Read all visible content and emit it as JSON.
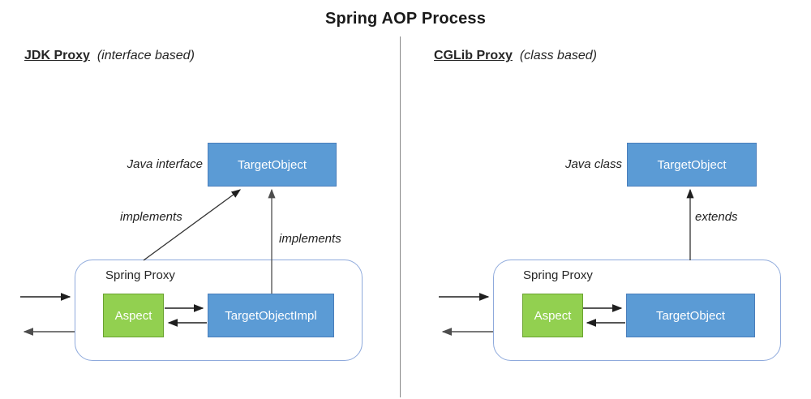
{
  "title": "Spring AOP Process",
  "panels": [
    {
      "heading": "JDK Proxy",
      "heading_note": "(interface based)",
      "type_label": "Java interface",
      "target_box": "TargetObject",
      "proxy_container_label": "Spring Proxy",
      "aspect_box": "Aspect",
      "inner_box": "TargetObjectImpl",
      "arrow_labels": [
        "implements",
        "implements"
      ]
    },
    {
      "heading": "CGLib Proxy",
      "heading_note": "(class based)",
      "type_label": "Java class",
      "target_box": "TargetObject",
      "proxy_container_label": "Spring Proxy",
      "aspect_box": "Aspect",
      "inner_box": "TargetObject",
      "arrow_labels": [
        "extends"
      ]
    }
  ],
  "colors": {
    "box_blue": "#5B9BD5",
    "box_green": "#92D050",
    "container_border": "#8FAADC",
    "divider_gray": "#8a8a8a",
    "arrow_black": "#1f1f1f",
    "arrow_gray": "#4d4d4d"
  }
}
